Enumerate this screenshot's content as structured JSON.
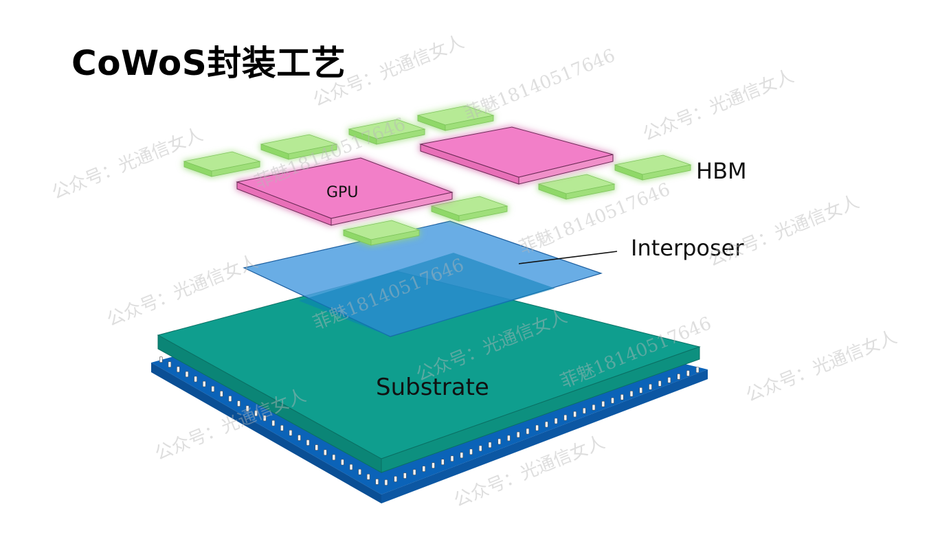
{
  "title": "CoWoS封装工艺",
  "labels": {
    "gpu": "GPU",
    "hbm": "HBM",
    "interposer": "Interposer",
    "substrate": "Substrate"
  },
  "watermarks": {
    "account": "公众号：光通信女人",
    "contact": "菲魅18140517646"
  },
  "colors": {
    "gpu_fill": "#f27fc8",
    "hbm_fill": "#9be07a",
    "interposer_fill": "#5fa8e0",
    "substrate_top": "#0f9e8e",
    "substrate_base": "#0b63b8"
  }
}
